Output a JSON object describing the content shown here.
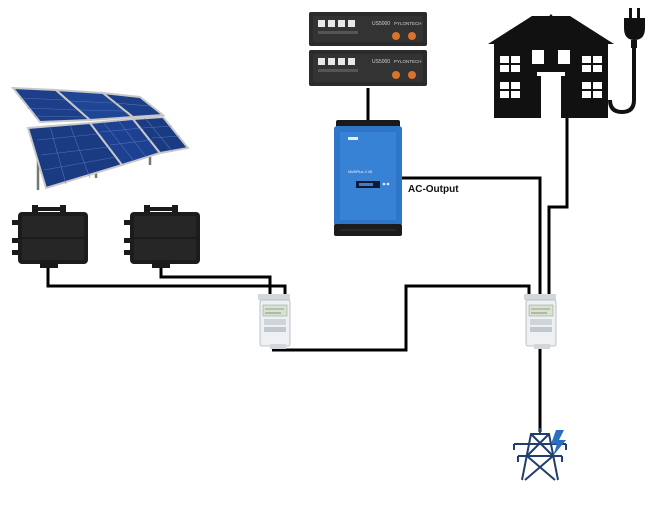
{
  "labels": {
    "ac_output": "AC-Output"
  },
  "battery": {
    "model": "US5000",
    "brand": "PYLONTECH"
  },
  "inverter": {
    "model": "MultiPlus-II 48"
  },
  "colors": {
    "wire": "#000000",
    "inverter_body": "#2f76c9",
    "battery_body": "#2b2b2b",
    "panel_cell": "#1d3f8a",
    "meter_body": "#eef1f4",
    "pylon": "#1f3f6d",
    "house": "#111111"
  },
  "icons": [
    "solar-panel-icon",
    "microinverter-icon",
    "battery-icon",
    "inverter-icon",
    "energy-meter-icon",
    "house-icon",
    "plug-icon",
    "power-pylon-icon",
    "lightning-icon"
  ]
}
